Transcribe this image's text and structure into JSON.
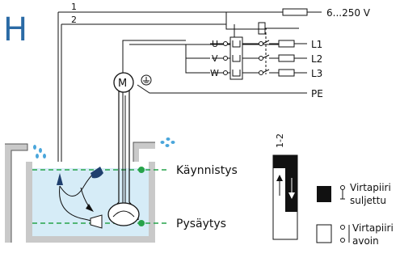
{
  "diagram": {
    "section_letter": "H",
    "wire_numbers": [
      "1",
      "2"
    ],
    "supply_label": "6...250 V",
    "phases": [
      {
        "motor_terminal": "U",
        "line": "L1"
      },
      {
        "motor_terminal": "V",
        "line": "L2"
      },
      {
        "motor_terminal": "W",
        "line": "L3"
      }
    ],
    "earth_label": "PE",
    "motor_symbol": "M",
    "level_start": "Käynnistys",
    "level_stop": "Pysäytys",
    "legend": {
      "contact_label": "1-2",
      "closed_line1": "Virtapiiri",
      "closed_line2": "suljettu",
      "open_line1": "Virtapiiri",
      "open_line2": "avoin"
    }
  },
  "colors": {
    "accent_blue": "#2a6aa5",
    "water": "#d6ecf7",
    "level_green": "#27a34a",
    "tank_grey": "#c9c9c9",
    "line": "#111111"
  }
}
